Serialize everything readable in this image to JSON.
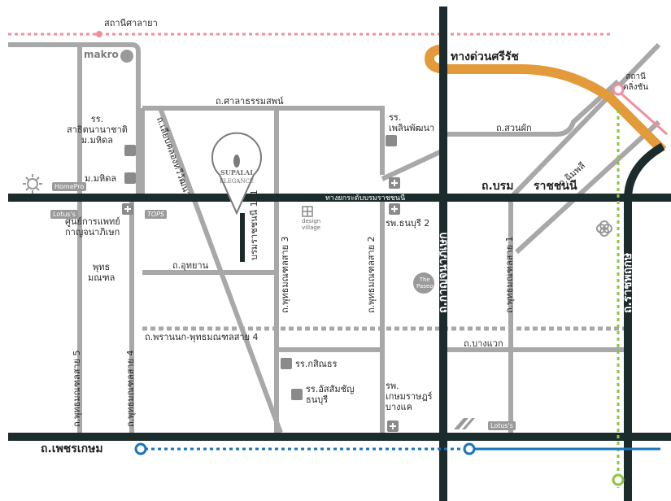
{
  "stations": {
    "sala_ya": "สถานีศาลายา",
    "taling_chan": "สถานี\nตลิ่งชัน"
  },
  "expressway": "ทางด่วนศรีรัช",
  "roads": {
    "borom_prefix": "ถ.บรม",
    "borom_suffix": "ราชชนนี",
    "borom_elevated": "ทางยกระดับบรมราชชนนี",
    "phetkasem": "ถ.เพชรเกษม",
    "kanchanaphisek": "ถ.กาญจนาภิเษก",
    "ratchaphruek": "ถ.ราชพฤกษ์",
    "sala_thammasop": "ถ.ศาลาธรรมสพน์",
    "suan_phak": "ถ.สวนผัก",
    "chimphli": "ถ.ฉิมพลี",
    "liap_khlong": "ถ.เลียบคลองทวีวัฒนา",
    "utthayan": "ถ.อุทยาน",
    "bang_waek": "ถ.บางแวก",
    "phran_nok": "ถ.พรานนก-พุทธมณฑลสาย 4",
    "ratchachonnani_121": "บรมราชชนนี 121",
    "phutthamonthon_1": "ถ.พุทธมณฑลสาย 1",
    "phutthamonthon_2": "ถ.พุทธมณฑลสาย 2",
    "phutthamonthon_3": "ถ.พุทธมณฑลสาย 3",
    "phutthamonthon_4": "ถ.พุทธมณฑลสาย 4",
    "phutthamonthon_5": "ถ.พุทธมณฑลสาย 5"
  },
  "places": {
    "makro": "makro",
    "satit_mahidol": "รร.\nสาธิตนานาชาติ\nม.มหิดล",
    "mahidol": "ม.มหิดล",
    "medical_center": "ศูนย์การแพทย์\nกาญจนาภิเษก",
    "phutthamonthon": "พุทธ\nมณฑล",
    "phloen_phattana": "รร.\nเพลินพัฒนา",
    "thonburi2_hospital": "รพ.ธนบุรี 2",
    "design_village": "design\nvillage",
    "the_paseo": "The\nPaseo",
    "sitthanon": "รร.กสิณธร",
    "assumption_thonburi": "รร.อัสสัมชัญ\nธนบุรี",
    "kasemrad_hospital": "รพ.\nเกษมราษฎร์\nบางแค",
    "lotus_west": "Lotus's",
    "lotus_east": "Lotus's",
    "homepro": "HomePro",
    "tops": "TOPS"
  },
  "project": {
    "brand": "SUPALAI",
    "name": "ELEGANCE"
  },
  "colors": {
    "road_gray": "#a8a8a8",
    "main_road": "#1c2b2b",
    "expressway": "#e39a3b",
    "pink_line": "#ef8f9f",
    "green_line": "#8cc63f",
    "blue_line": "#1a75bb"
  }
}
